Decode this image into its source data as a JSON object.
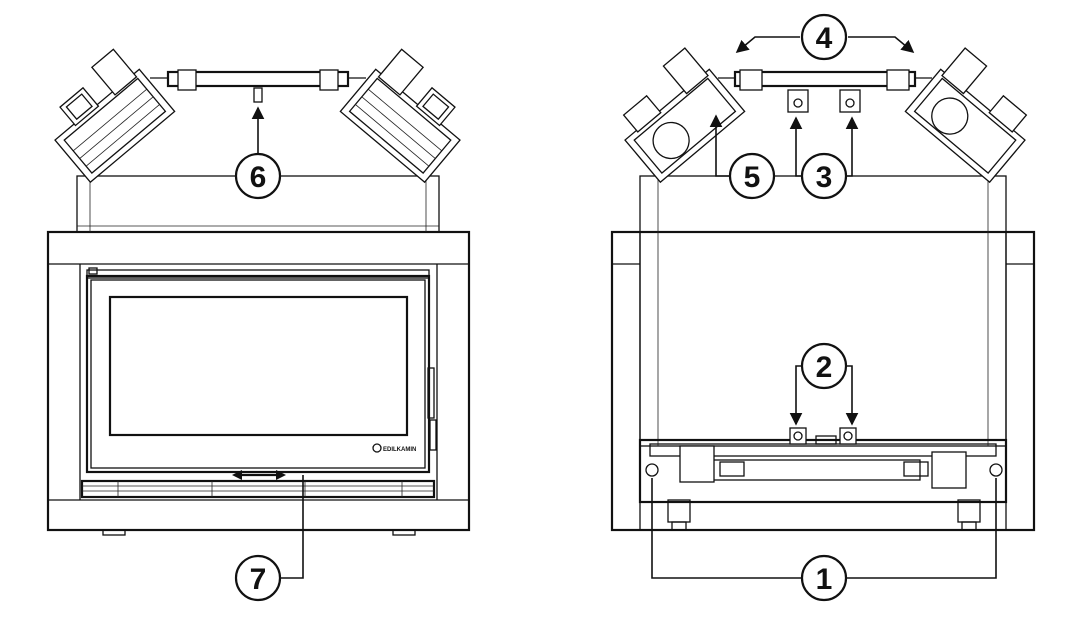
{
  "callouts": {
    "c1": "1",
    "c2": "2",
    "c3": "3",
    "c4": "4",
    "c5": "5",
    "c6": "6",
    "c7": "7"
  },
  "brand_mark": "EDILKAMIN"
}
